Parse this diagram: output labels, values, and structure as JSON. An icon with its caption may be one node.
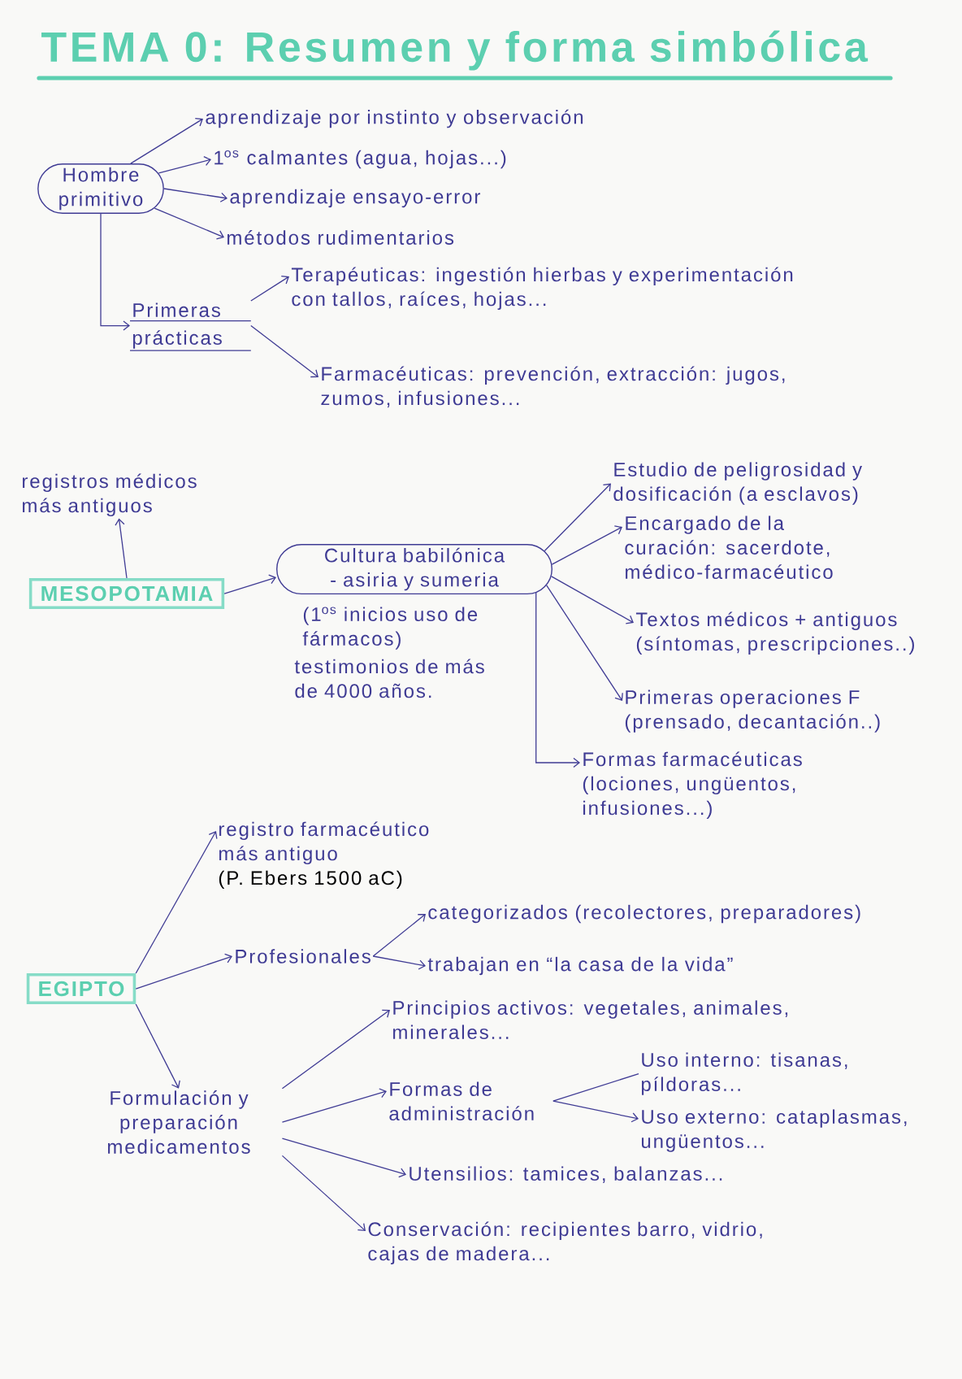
{
  "diagram": {
    "title": "TEMA 0: Resumen y forma simbólica",
    "nodes": [
      {
        "text": [
          "Hombre primitivo"
        ]
      },
      {
        "text": [
          "aprendizaje por instinto y observación"
        ]
      },
      {
        "text": [
          "1$^{os}$ calmantes (agua, hojas...)"
        ]
      },
      {
        "text": [
          "aprendizaje ensayo-error"
        ]
      },
      {
        "text": [
          "métodos rudimentarios"
        ]
      },
      {
        "text": [
          "Primeras prácticas"
        ]
      },
      {
        "text": [
          "Terapéuticas: ingestión hierbas y experimentación con tallos, raíces, hojas..."
        ]
      },
      {
        "text": [
          "Farmacéuticas: prevención, extracción: jugos, zumos, infusiones..."
        ]
      },
      {
        "text": [
          "registros médicos más antiguos"
        ]
      },
      {
        "text": [
          "MESOPOTAMIA"
        ]
      },
      {
        "text": [
          "Cultura babilónica - asiria y sumeria"
        ],
        "beside": [
          "(1$^{os}$ inicios uso de fármacos)",
          "testimonios de más de 4000 años."
        ]
      },
      {
        "text": [
          "Estudio de peligrosidad y dosificación (a esclavos)"
        ]
      },
      {
        "text": [
          "Encargado de la curación: sacerdote, médico-farmacéutico"
        ]
      },
      {
        "text": [
          "Textos médicos + antiguos (síntomas, prescripciones..)"
        ]
      },
      {
        "text": [
          "Primeras operaciones F (prensado, decantación..)"
        ]
      },
      {
        "text": [
          "Formas farmacéuticas (lociones, ungüentos, infusiones...)"
        ]
      },
      {
        "text": [
          "EGIPTO"
        ]
      },
      {
        "text": [
          "registro farmacéutico más antiguo",
          "(P. Ebers 1500 aC)"
        ]
      },
      {
        "text": [
          "Profesionales"
        ]
      },
      {
        "text": [
          "categorizados (recolectores, preparadores)"
        ]
      },
      {
        "text": [
          "trabajan en “la casa de la vida”"
        ]
      },
      {
        "text": [
          "Formulación y preparación medicamentos"
        ]
      },
      {
        "text": [
          "Principios activos: vegetales, animales, minerales..."
        ]
      },
      {
        "text": [
          "Formas de administración"
        ]
      },
      {
        "text": [
          "Uso interno: tisanas, píldoras..."
        ]
      },
      {
        "text": [
          "Uso externo: cataplasmas, ungüentos..."
        ]
      },
      {
        "text": [
          "Utensilios: tamices, balanzas..."
        ]
      },
      {
        "text": [
          "Conservación: recipientes barro, vidrio, cajas de madera..."
        ]
      }
    ],
    "edges": [
      {
        "from": 0,
        "to": 1,
        "arrow": "to"
      },
      {
        "from": 0,
        "to": 2,
        "arrow": "to"
      },
      {
        "from": 0,
        "to": 3,
        "arrow": "to"
      },
      {
        "from": 0,
        "to": 4,
        "arrow": "to"
      },
      {
        "from": 0,
        "to": 5,
        "arrow": "to"
      },
      {
        "from": 5,
        "to": 6,
        "arrow": "to"
      },
      {
        "from": 5,
        "to": 7,
        "arrow": "to"
      },
      {
        "from": 9,
        "to": 8,
        "arrow": "to"
      },
      {
        "from": 9,
        "to": 10,
        "arrow": "to"
      },
      {
        "from": 10,
        "to": 11,
        "arrow": "to"
      },
      {
        "from": 10,
        "to": 12,
        "arrow": "to"
      },
      {
        "from": 10,
        "to": 13,
        "arrow": "to"
      },
      {
        "from": 10,
        "to": 14,
        "arrow": "to"
      },
      {
        "from": 10,
        "to": 15,
        "arrow": "to"
      },
      {
        "from": 16,
        "to": 17,
        "arrow": "to"
      },
      {
        "from": 16,
        "to": 18,
        "arrow": "to"
      },
      {
        "from": 18,
        "to": 19,
        "arrow": "to"
      },
      {
        "from": 18,
        "to": 20,
        "arrow": "to"
      },
      {
        "from": 16,
        "to": 21,
        "arrow": "to"
      },
      {
        "from": 21,
        "to": 22,
        "arrow": "to"
      },
      {
        "from": 21,
        "to": 23,
        "arrow": "to"
      },
      {
        "from": 23,
        "to": 24,
        "arrow": "none"
      },
      {
        "from": 23,
        "to": 25,
        "arrow": "to"
      },
      {
        "from": 21,
        "to": 26,
        "arrow": "to"
      },
      {
        "from": 21,
        "to": 27,
        "arrow": "to"
      }
    ]
  }
}
